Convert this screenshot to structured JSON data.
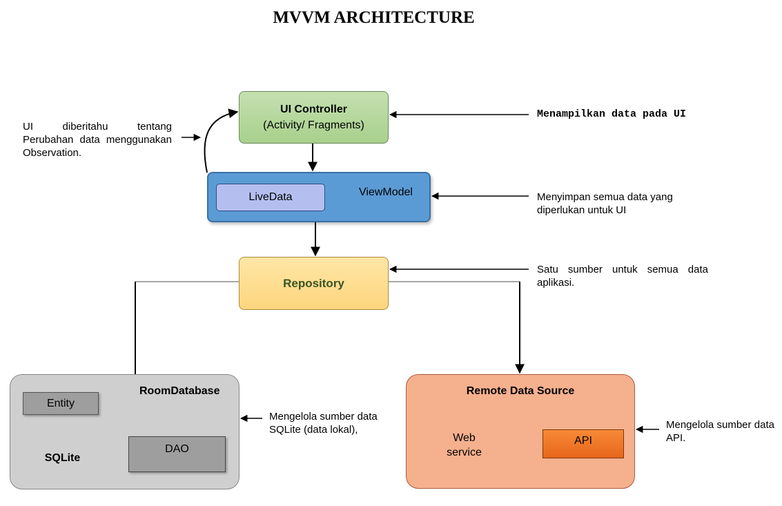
{
  "title": "MVVM ARCHITECTURE",
  "ui_controller": {
    "name": "UI Controller",
    "sub": "(Activity/ Fragments)"
  },
  "viewmodel": {
    "name": "ViewModel",
    "livedata": "LiveData"
  },
  "repository": {
    "name": "Repository"
  },
  "room_database": {
    "name": "RoomDatabase",
    "entity": "Entity",
    "dao": "DAO",
    "sqlite": "SQLite"
  },
  "remote_data_source": {
    "name": "Remote Data Source",
    "web_service_line1": "Web",
    "web_service_line2": "service",
    "api": "API"
  },
  "notes": {
    "observation": "UI diberitahu tentang Perubahan data menggunakan Observation.",
    "ui_controller": "Menampilkan data pada UI",
    "viewmodel": "Menyimpan semua data yang diperlukan untuk UI",
    "repository": "Satu sumber untuk semua data aplikasi.",
    "room": "Mengelola sumber data SQLite (data lokal),",
    "remote": "Mengelola sumber data API."
  },
  "colors": {
    "ui_controller": "#b5d89c",
    "viewmodel": "#5b9bd5",
    "livedata": "#b4bff0",
    "repository": "#fedc8e",
    "room_database": "#cfcfcf",
    "remote_data_source": "#f5b08e",
    "api": "#f07a2a"
  }
}
